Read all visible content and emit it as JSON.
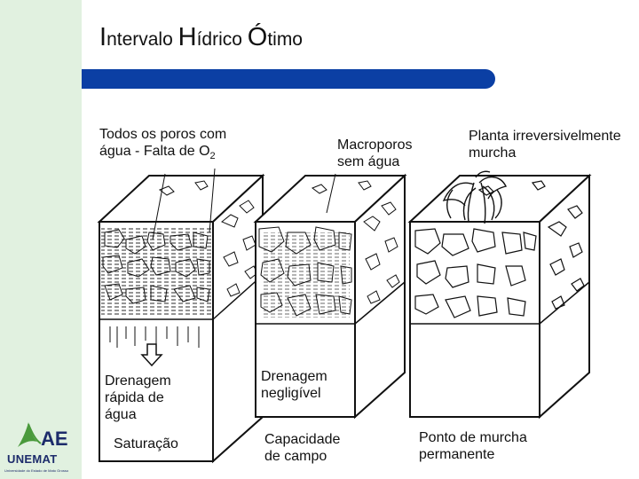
{
  "title": {
    "p1_initial": "I",
    "p1_rest": "ntervalo ",
    "p2_initial": "H",
    "p2_rest": "ídrico ",
    "p3_initial": "Ó",
    "p3_rest": "timo"
  },
  "labels": {
    "all_pores_line1": "Todos os poros com",
    "all_pores_line2": "água - Falta de O",
    "all_pores_sub": "2",
    "macro_line1": "Macroporos",
    "macro_line2": "sem água",
    "plant_line1": "Planta irreversivelmente",
    "plant_line2": "murcha",
    "drain_fast_line1": "Drenagem",
    "drain_fast_line2": "rápida de",
    "drain_fast_line3": "água",
    "saturation": "Saturação",
    "drain_negl_line1": "Drenagem",
    "drain_negl_line2": "negligível",
    "field_cap_line1": "Capacidade",
    "field_cap_line2": "de campo",
    "wilt_line1": "Ponto de murcha",
    "wilt_line2": "permanente"
  },
  "logo": {
    "mark": "AE",
    "name": "UNEMAT",
    "subtitle": "Universidade do Estado de Mato Grosso"
  },
  "colors": {
    "sidebar": "#e1f1e0",
    "bar": "#0b3fa4",
    "ink": "#111111",
    "logo_green": "#4a9a3c",
    "logo_blue": "#1d2c6b"
  }
}
